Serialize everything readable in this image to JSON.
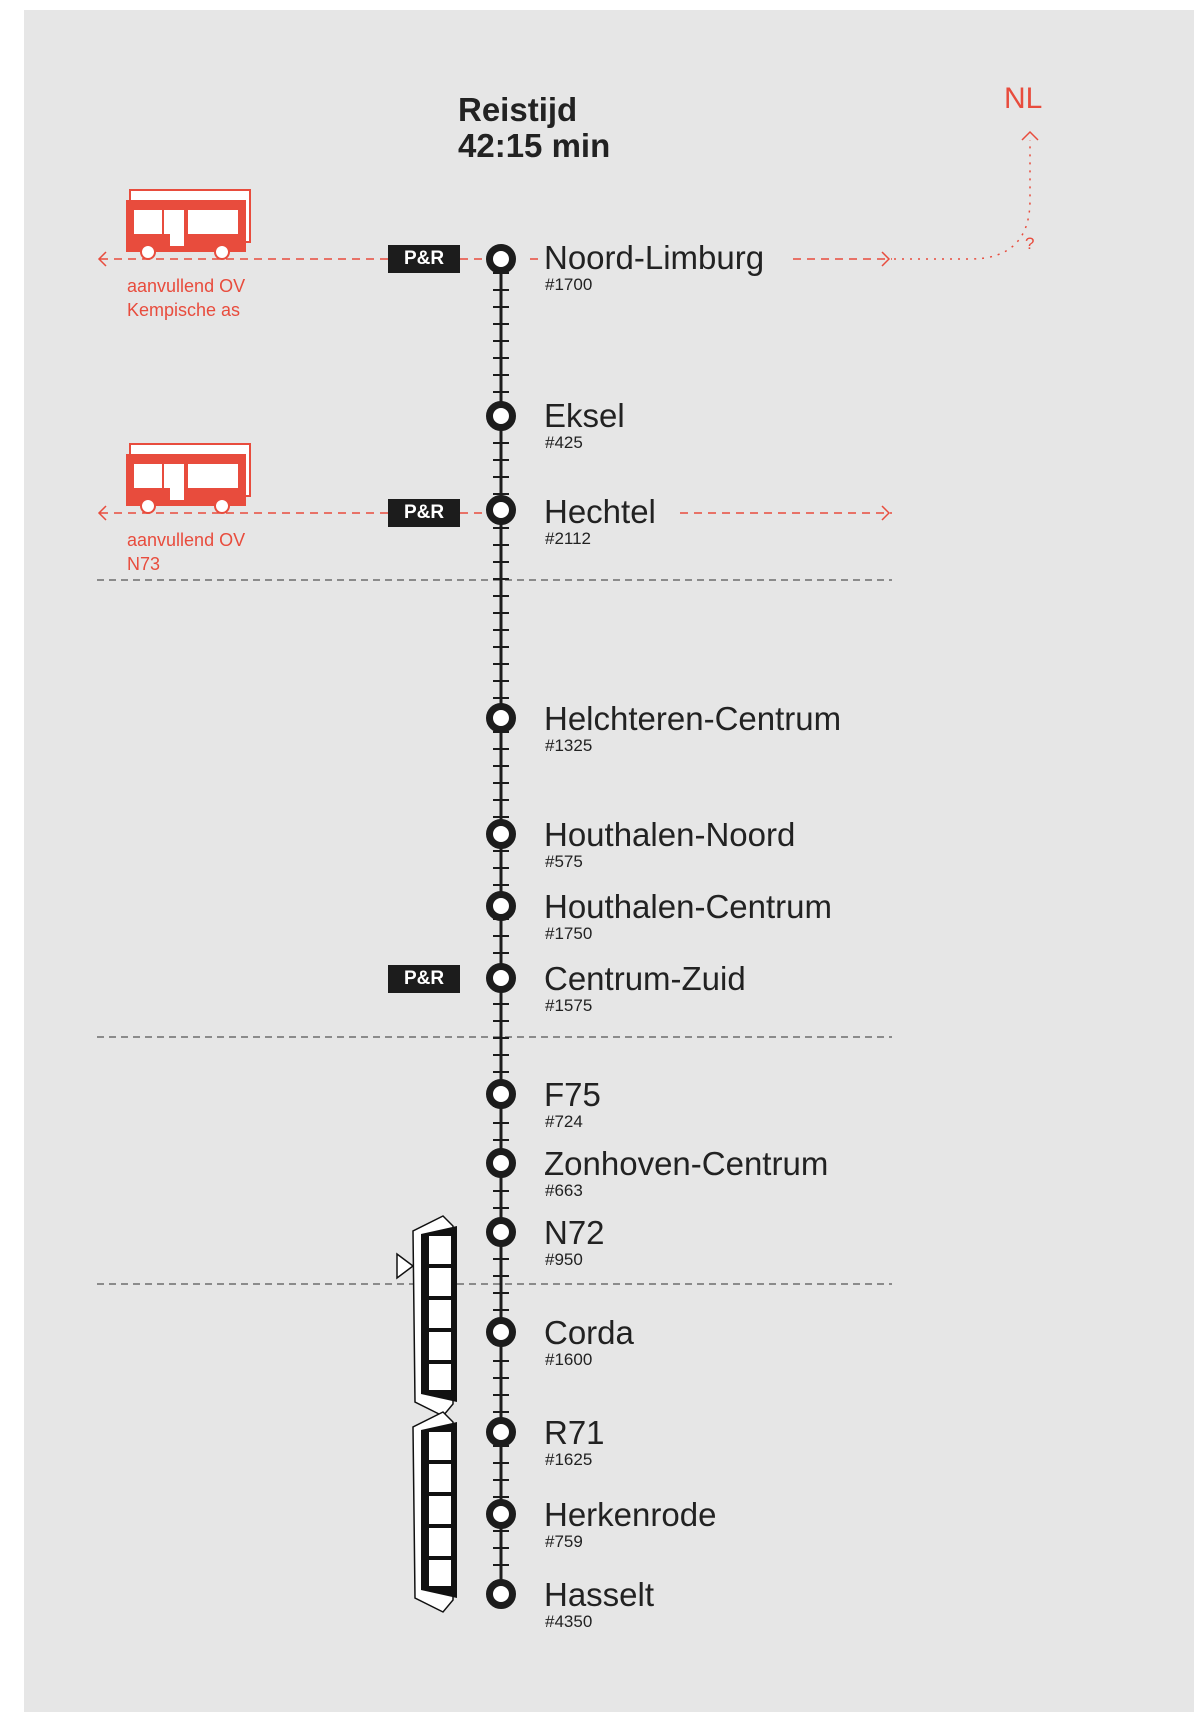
{
  "header": {
    "title_line1": "Reistijd",
    "title_line2": "42:15 min"
  },
  "extension": {
    "label": "NL",
    "unknown_mark": "?"
  },
  "park_and_ride_label": "P&R",
  "stops": [
    {
      "name": "Noord-Limburg",
      "passengers": "#1700"
    },
    {
      "name": "Eksel",
      "passengers": "#425"
    },
    {
      "name": "Hechtel",
      "passengers": "#2112"
    },
    {
      "name": "Helchteren-Centrum",
      "passengers": "#1325"
    },
    {
      "name": "Houthalen-Noord",
      "passengers": "#575"
    },
    {
      "name": "Houthalen-Centrum",
      "passengers": "#1750"
    },
    {
      "name": "Centrum-Zuid",
      "passengers": "#1575"
    },
    {
      "name": "F75",
      "passengers": "#724"
    },
    {
      "name": "Zonhoven-Centrum",
      "passengers": "#663"
    },
    {
      "name": "N72",
      "passengers": "#950"
    },
    {
      "name": "Corda",
      "passengers": "#1600"
    },
    {
      "name": "R71",
      "passengers": "#1625"
    },
    {
      "name": "Herkenrode",
      "passengers": "#759"
    },
    {
      "name": "Hasselt",
      "passengers": "#4350"
    }
  ],
  "connections": [
    {
      "line1": "aanvullend OV",
      "line2": "Kempische as"
    },
    {
      "line1": "aanvullend OV",
      "line2": "N73"
    }
  ],
  "colors": {
    "accent": "#e84c3d",
    "line": "#1c1c1c",
    "background": "#e6e6e6",
    "divider": "#555555"
  }
}
